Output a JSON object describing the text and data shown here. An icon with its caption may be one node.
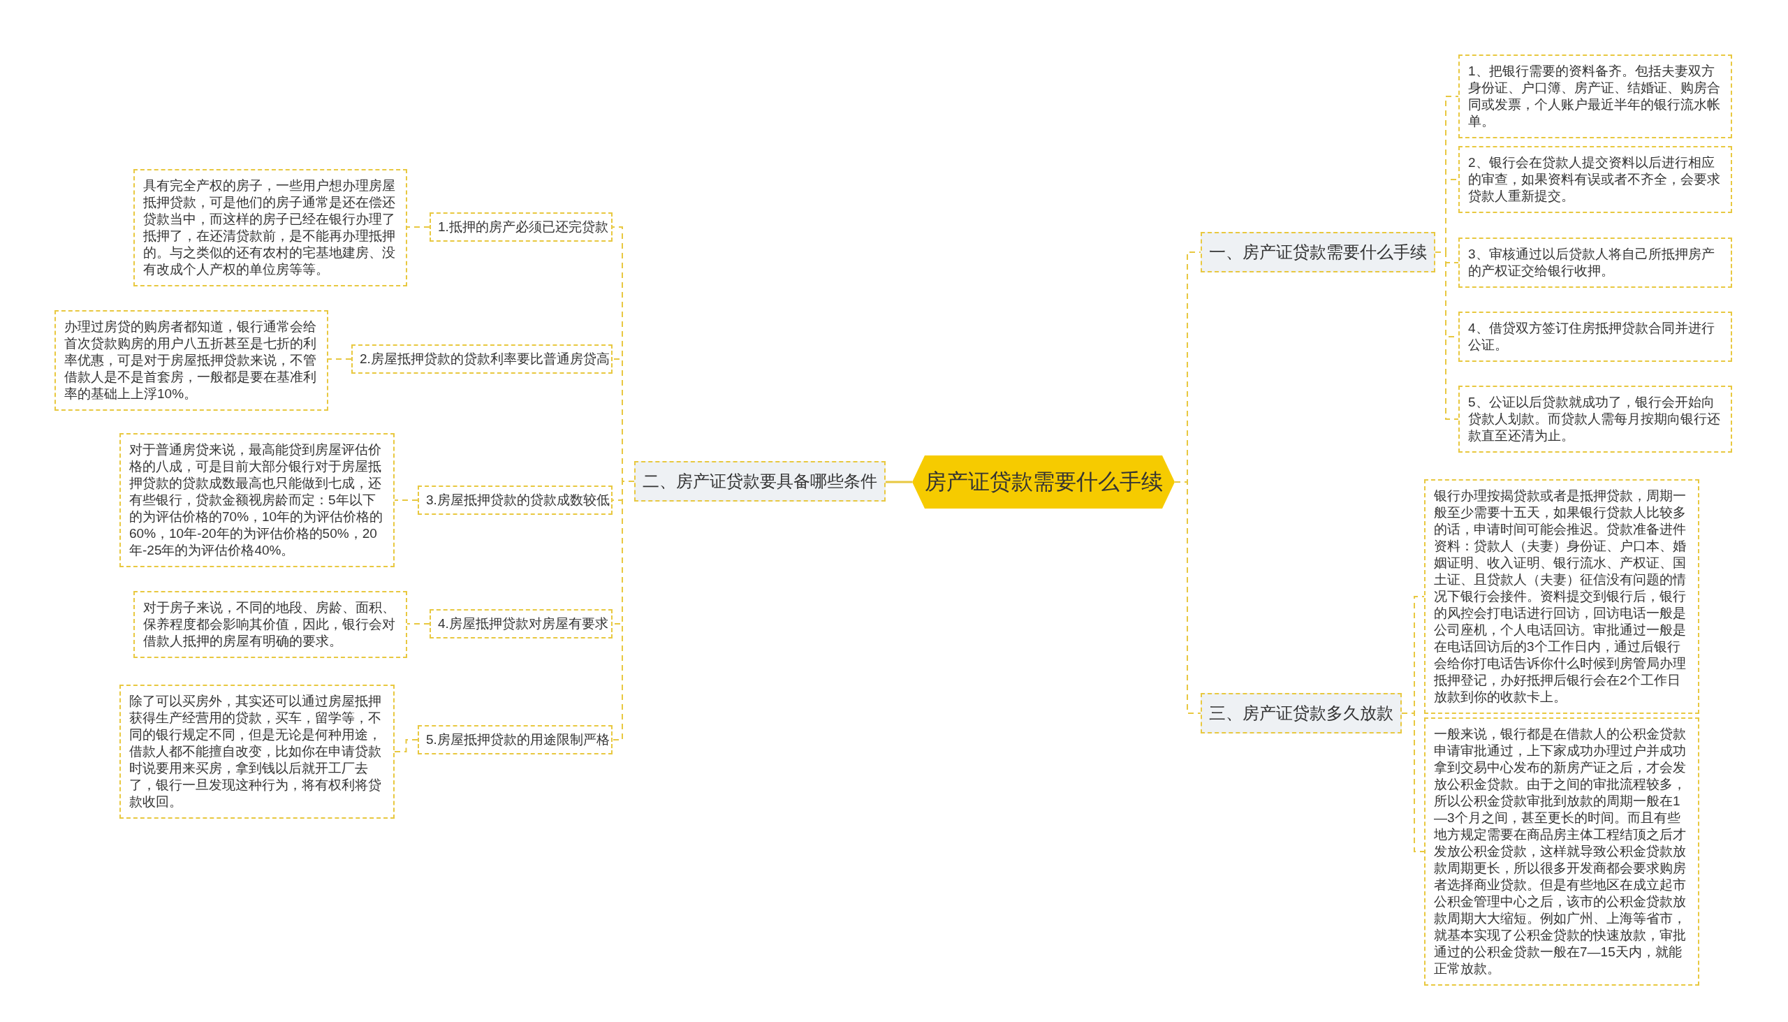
{
  "diagram": {
    "nodes": [
      {
        "text": [
          "房产证贷款需要什么手续"
        ]
      },
      {
        "text": [
          "二、房产证贷款要具备哪些条件"
        ]
      },
      {
        "text": [
          "1.抵押的房产必须已还完贷款"
        ]
      },
      {
        "text": [
          "具有完全产权的房子，一些用户想办理房屋抵押贷款，可是他们的房子通常是还在偿还贷款当中，而这样的房子已经在银行办理了抵押了，在还清贷款前，是不能再办理抵押的。与之类似的还有农村的宅基地建房、没有改成个人产权的单位房等等。"
        ]
      },
      {
        "text": [
          "2.房屋抵押贷款的贷款利率要比普通房贷高"
        ]
      },
      {
        "text": [
          "办理过房贷的购房者都知道，银行通常会给首次贷款购房的用户八五折甚至是七折的利率优惠，可是对于房屋抵押贷款来说，不管借款人是不是首套房，一般都是要在基准利率的基础上上浮10%。"
        ]
      },
      {
        "text": [
          "3.房屋抵押贷款的贷款成数较低"
        ]
      },
      {
        "text": [
          "对于普通房贷来说，最高能贷到房屋评估价格的八成，可是目前大部分银行对于房屋抵押贷款的贷款成数最高也只能做到七成，还有些银行，贷款金额视房龄而定：5年以下的为评估价格的70%，10年的为评估价格的60%，10年-20年的为评估价格的50%，20年-25年的为评估价格40%。"
        ]
      },
      {
        "text": [
          "4.房屋抵押贷款对房屋有要求"
        ]
      },
      {
        "text": [
          "对于房子来说，不同的地段、房龄、面积、保养程度都会影响其价值，因此，银行会对借款人抵押的房屋有明确的要求。"
        ]
      },
      {
        "text": [
          "5.房屋抵押贷款的用途限制严格"
        ]
      },
      {
        "text": [
          "除了可以买房外，其实还可以通过房屋抵押获得生产经营用的贷款，买车，留学等，不同的银行规定不同，但是无论是何种用途，借款人都不能擅自改变，比如你在申请贷款时说要用来买房，拿到钱以后就开工厂去了，银行一旦发现这种行为，将有权利将贷款收回。"
        ]
      },
      {
        "text": [
          "一、房产证贷款需要什么手续"
        ]
      },
      {
        "text": [
          "1、把银行需要的资料备齐。包括夫妻双方身份证、户口簿、房产证、结婚证、购房合同或发票，个人账户最近半年的银行流水帐单。"
        ]
      },
      {
        "text": [
          "2、银行会在贷款人提交资料以后进行相应的审查，如果资料有误或者不齐全，会要求贷款人重新提交。"
        ]
      },
      {
        "text": [
          "3、审核通过以后贷款人将自己所抵押房产的产权证交给银行收押。"
        ]
      },
      {
        "text": [
          "4、借贷双方签订住房抵押贷款合同并进行公证。"
        ]
      },
      {
        "text": [
          "5、公证以后贷款就成功了，银行会开始向贷款人划款。而贷款人需每月按期向银行还款直至还清为止。"
        ]
      },
      {
        "text": [
          "三、房产证贷款多久放款"
        ]
      },
      {
        "text": [
          "银行办理按揭贷款或者是抵押贷款，周期一般至少需要十五天，如果银行贷款人比较多的话，申请时间可能会推迟。贷款准备进件资料：贷款人（夫妻）身份证、户口本、婚姻证明、收入证明、银行流水、产权证、国土证、且贷款人（夫妻）征信没有问题的情况下银行会接件。资料提交到银行后，银行的风控会打电话进行回访，回访电话一般是公司座机，个人电话回访。审批通过一般是在电话回访后的3个工作日内，通过后银行会给你打电话告诉你什么时候到房管局办理抵押登记，办好抵押后银行会在2个工作日放款到你的收款卡上。"
        ]
      },
      {
        "text": [
          "一般来说，银行都是在借款人的公积金贷款申请审批通过，上下家成功办理过户并成功拿到交易中心发布的新房产证之后，才会发放公积金贷款。由于之间的审批流程较多，所以公积金贷款审批到放款的周期一般在1—3个月之间，甚至更长的时间。而且有些地方规定需要在商品房主体工程结顶之后才发放公积金贷款，这样就导致公积金贷款放款周期更长，所以很多开发商都会要求购房者选择商业贷款。但是有些地区在成立起市公积金管理中心之后，该市的公积金贷款放款周期大大缩短。例如广州、上海等省市，就基本实现了公积金贷款的快速放款，审批通过的公积金贷款一般在7—15天内，就能正常放款。"
        ]
      }
    ],
    "edges": [
      {
        "from": 0,
        "to": 1,
        "arrow": "none"
      },
      {
        "from": 1,
        "to": 2,
        "arrow": "none",
        "style": "dashed"
      },
      {
        "from": 2,
        "to": 3,
        "arrow": "none",
        "style": "dashed"
      },
      {
        "from": 1,
        "to": 4,
        "arrow": "none",
        "style": "dashed"
      },
      {
        "from": 4,
        "to": 5,
        "arrow": "none",
        "style": "dashed"
      },
      {
        "from": 1,
        "to": 6,
        "arrow": "none",
        "style": "dashed"
      },
      {
        "from": 6,
        "to": 7,
        "arrow": "none",
        "style": "dashed"
      },
      {
        "from": 1,
        "to": 8,
        "arrow": "none",
        "style": "dashed"
      },
      {
        "from": 8,
        "to": 9,
        "arrow": "none",
        "style": "dashed"
      },
      {
        "from": 1,
        "to": 10,
        "arrow": "none",
        "style": "dashed"
      },
      {
        "from": 10,
        "to": 11,
        "arrow": "none",
        "style": "dashed"
      },
      {
        "from": 0,
        "to": 12,
        "arrow": "none",
        "style": "dashed"
      },
      {
        "from": 12,
        "to": 13,
        "arrow": "none",
        "style": "dashed"
      },
      {
        "from": 12,
        "to": 14,
        "arrow": "none",
        "style": "dashed"
      },
      {
        "from": 12,
        "to": 15,
        "arrow": "none",
        "style": "dashed"
      },
      {
        "from": 12,
        "to": 16,
        "arrow": "none",
        "style": "dashed"
      },
      {
        "from": 12,
        "to": 17,
        "arrow": "none",
        "style": "dashed"
      },
      {
        "from": 0,
        "to": 18,
        "arrow": "none",
        "style": "dashed"
      },
      {
        "from": 18,
        "to": 19,
        "arrow": "none",
        "style": "dashed"
      },
      {
        "from": 18,
        "to": 20,
        "arrow": "none",
        "style": "dashed"
      }
    ]
  }
}
